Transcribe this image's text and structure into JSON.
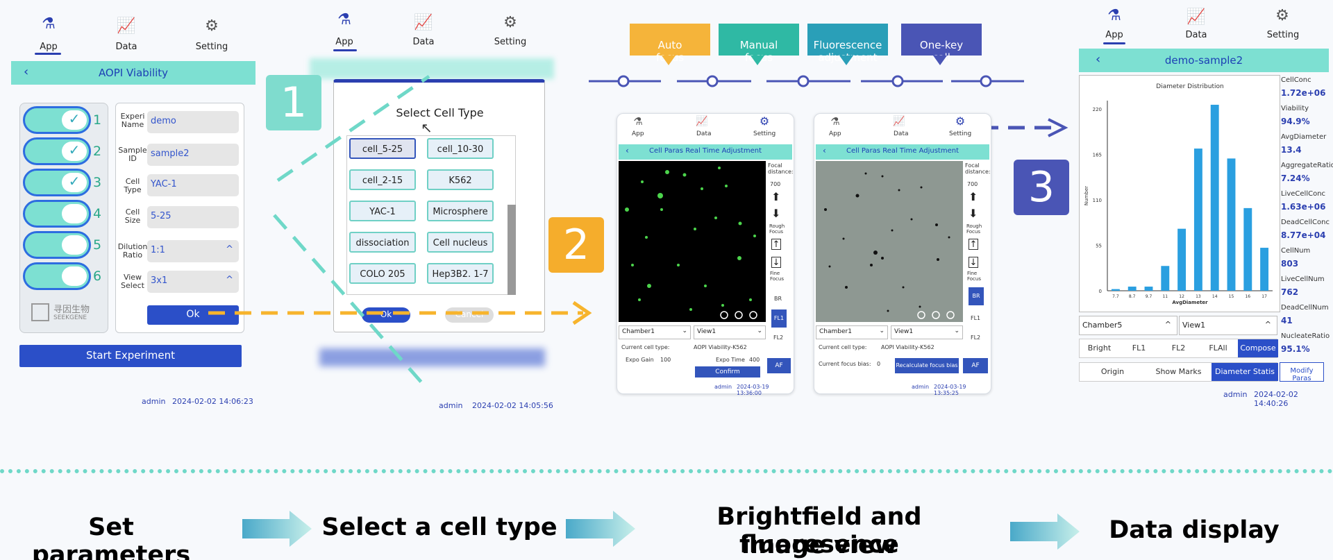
{
  "nav": {
    "app": "App",
    "data": "Data",
    "setting": "Setting"
  },
  "panel1": {
    "title": "AOPI Viability",
    "toggle_numbers": [
      "1",
      "2",
      "3",
      "4",
      "5",
      "6"
    ],
    "labels": {
      "name": "Experi\nName",
      "sample": "Sample\nID",
      "celltype": "Cell\nType",
      "cellsize": "Cell\nSize",
      "dilution": "Dilution\nRatio",
      "view": "View\nSelect"
    },
    "values": {
      "name": "demo",
      "sample": "sample2",
      "celltype": "YAC-1",
      "cellsize": "5-25",
      "dilution": "1:1",
      "view": "3x1"
    },
    "ok": "Ok",
    "logo_cn": "寻因生物",
    "logo_en": "SEEKGENE",
    "start": "Start Experiment",
    "footer_user": "admin",
    "footer_time": "2024-02-02 14:06:23"
  },
  "panel2": {
    "title": "Select Cell Type",
    "cells": [
      "cell_5-25",
      "cell_10-30",
      "cell_2-15",
      "K562",
      "YAC-1",
      "Microsphere",
      "dissociation",
      "Cell nucleus",
      "COLO 205",
      "Hep3B2. 1-7"
    ],
    "ok": "Ok",
    "cancel": "Cancel",
    "footer_user": "admin",
    "footer_time": "2024-02-02 14:05:56"
  },
  "steps": {
    "s1": "1",
    "s2": "2",
    "s3": "3"
  },
  "callouts": [
    {
      "label": "Auto\nfocus",
      "color": "#f5b43a"
    },
    {
      "label": "Manual\nfocus",
      "color": "#2fb9a4"
    },
    {
      "label": "Fluorescence\nadjustment",
      "color": "#2a9fb8"
    },
    {
      "label": "One-key\ncall",
      "color": "#4a55b5"
    }
  ],
  "phone": {
    "title": "Cell Paras Real Time Adjustment",
    "focal_label": "Focal\ndistance:",
    "focal_value": "700",
    "rough": "Rough\nFocus",
    "fine": "Fine\nFocus",
    "br": "BR",
    "fl1": "FL1",
    "fl2": "FL2",
    "chamber": "Chamber1",
    "view": "View1",
    "current_type_label": "Current cell type:",
    "current_type_value": "AOPI Viability-K562",
    "expo_gain_label": "Expo Gain",
    "expo_gain_value": "100",
    "expo_time_label": "Expo Time",
    "expo_time_value": "400",
    "confirm": "Confirm",
    "af": "AF",
    "focus_bias_label": "Current focus bias:",
    "focus_bias_value": "0",
    "recalc": "Recalculate focus bias",
    "footer_user": "admin",
    "footer_time1": "2024-03-19 13:36:00",
    "footer_time2": "2024-03-19 13:35:25"
  },
  "panel4": {
    "title": "demo-sample2",
    "chart_title": "Diameter Distribution",
    "chamber": "Chamber5",
    "view": "View1",
    "segments1": [
      "Bright",
      "FL1",
      "FL2",
      "FLAll",
      "Compose"
    ],
    "segments2": [
      "Origin",
      "Show Marks",
      "Diameter Statis"
    ],
    "modify": "Modify Paras",
    "stats": [
      {
        "label": "CellConc",
        "value": "1.72e+06"
      },
      {
        "label": "Viability",
        "value": "94.9%"
      },
      {
        "label": "AvgDiameter",
        "value": "13.4"
      },
      {
        "label": "AggregateRatio",
        "value": "7.24%"
      },
      {
        "label": "LiveCellConc",
        "value": "1.63e+06"
      },
      {
        "label": "DeadCellConc",
        "value": "8.77e+04"
      },
      {
        "label": "CellNum",
        "value": "803"
      },
      {
        "label": "LiveCellNum",
        "value": "762"
      },
      {
        "label": "DeadCellNum",
        "value": "41"
      },
      {
        "label": "NucleateRatio",
        "value": "95.1%"
      }
    ],
    "footer_user": "admin",
    "footer_time": "2024-02-02 14:40:26"
  },
  "chart_data": {
    "type": "bar",
    "title": "Diameter Distribution",
    "xlabel": "AvgDiameter",
    "ylabel": "Number",
    "categories": [
      "7.7",
      "8.7",
      "9.7",
      "11",
      "12",
      "13",
      "14",
      "15",
      "16",
      "17"
    ],
    "values": [
      2,
      5,
      5,
      30,
      75,
      172,
      225,
      160,
      100,
      52
    ],
    "yticks": [
      0,
      55,
      110,
      165,
      220
    ],
    "ylim": [
      0,
      230
    ],
    "color": "#2a9fe0"
  },
  "bottom": {
    "t1": "Set parameters",
    "t2": "Select a cell type",
    "t3a": "Brightfield and fluoresence",
    "t3b": "image view",
    "t4": "Data display"
  }
}
